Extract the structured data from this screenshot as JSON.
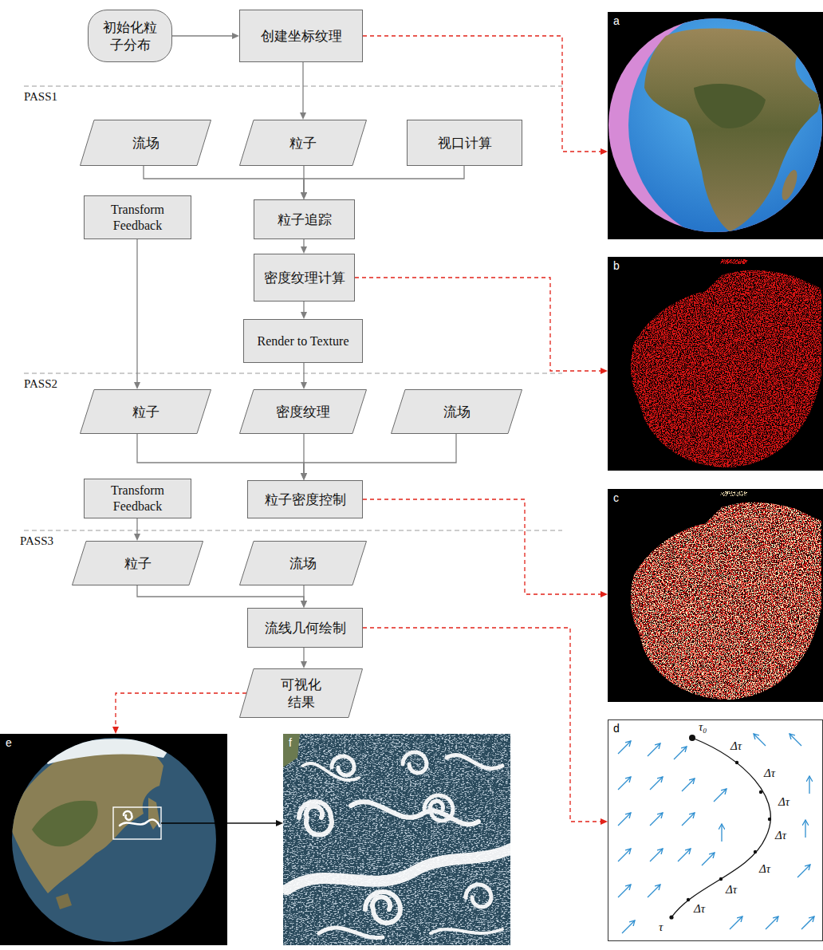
{
  "diagram": {
    "nodes": [
      {
        "text": [
          "初始化粒子分布"
        ]
      },
      {
        "text": [
          "创建坐标纹理"
        ]
      },
      {
        "text": [
          "流场"
        ]
      },
      {
        "text": [
          "粒子"
        ]
      },
      {
        "text": [
          "视口计算"
        ]
      },
      {
        "text": [
          "Transform Feedback"
        ]
      },
      {
        "text": [
          "粒子追踪"
        ]
      },
      {
        "text": [
          "密度纹理计算"
        ]
      },
      {
        "text": [
          "Render to Texture"
        ]
      },
      {
        "text": [
          "粒子"
        ]
      },
      {
        "text": [
          "密度纹理"
        ]
      },
      {
        "text": [
          "流场"
        ]
      },
      {
        "text": [
          "Transform Feedback"
        ]
      },
      {
        "text": [
          "粒子密度控制"
        ]
      },
      {
        "text": [
          "粒子"
        ]
      },
      {
        "text": [
          "流场"
        ]
      },
      {
        "text": [
          "流线几何绘制"
        ]
      },
      {
        "text": [
          "可视化结果"
        ]
      },
      {
        "text": [
          "a"
        ]
      },
      {
        "text": [
          "b"
        ]
      },
      {
        "text": [
          "c"
        ]
      },
      {
        "text": [
          "d"
        ]
      },
      {
        "text": [
          "e"
        ]
      },
      {
        "text": [
          "f"
        ]
      }
    ],
    "edges": [
      {
        "from": 0,
        "to": 1,
        "arrow": "to"
      },
      {
        "from": 1,
        "to": 3,
        "arrow": "to"
      },
      {
        "from": 2,
        "to": 6,
        "arrow": "to"
      },
      {
        "from": 3,
        "to": 6,
        "arrow": "to"
      },
      {
        "from": 4,
        "to": 6,
        "arrow": "to"
      },
      {
        "from": 5,
        "to": 9,
        "arrow": "to"
      },
      {
        "from": 6,
        "to": 7,
        "arrow": "to"
      },
      {
        "from": 7,
        "to": 8,
        "arrow": "to"
      },
      {
        "from": 8,
        "to": 10,
        "arrow": "to"
      },
      {
        "from": 9,
        "to": 13,
        "arrow": "to"
      },
      {
        "from": 10,
        "to": 13,
        "arrow": "to"
      },
      {
        "from": 11,
        "to": 13,
        "arrow": "to"
      },
      {
        "from": 12,
        "to": 14,
        "arrow": "to"
      },
      {
        "from": 14,
        "to": 16,
        "arrow": "to"
      },
      {
        "from": 15,
        "to": 16,
        "arrow": "to"
      },
      {
        "from": 16,
        "to": 17,
        "arrow": "to"
      },
      {
        "from": 1,
        "to": 18,
        "arrow": "to"
      },
      {
        "from": 7,
        "to": 19,
        "arrow": "to"
      },
      {
        "from": 13,
        "to": 20,
        "arrow": "to"
      },
      {
        "from": 16,
        "to": 21,
        "arrow": "to"
      },
      {
        "from": 17,
        "to": 22,
        "arrow": "to"
      },
      {
        "from": 22,
        "to": 23,
        "arrow": "to"
      }
    ],
    "labels": [
      "PASS1",
      "PASS2",
      "PASS3",
      "τ₀",
      "Δτ",
      "Δτ",
      "Δτ",
      "Δτ",
      "Δτ",
      "Δτ",
      "Δτ",
      "τ"
    ]
  }
}
